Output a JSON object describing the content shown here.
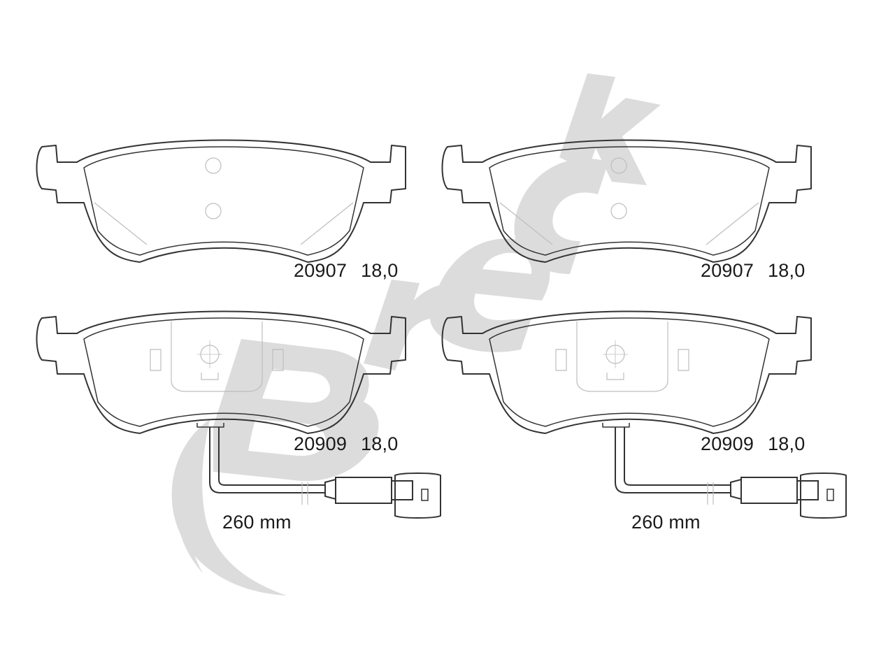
{
  "watermark": {
    "brand": "Breck",
    "color": "#d9d9d9"
  },
  "pads": [
    {
      "part_number": "20907",
      "thickness": "18,0"
    },
    {
      "part_number": "20907",
      "thickness": "18,0"
    },
    {
      "part_number": "20909",
      "thickness": "18,0",
      "wire_length": "260 mm"
    },
    {
      "part_number": "20909",
      "thickness": "18,0",
      "wire_length": "260 mm"
    }
  ],
  "colors": {
    "outline": "#333333",
    "hidden_line": "#bdbdbd",
    "text": "#1a1a1a"
  }
}
